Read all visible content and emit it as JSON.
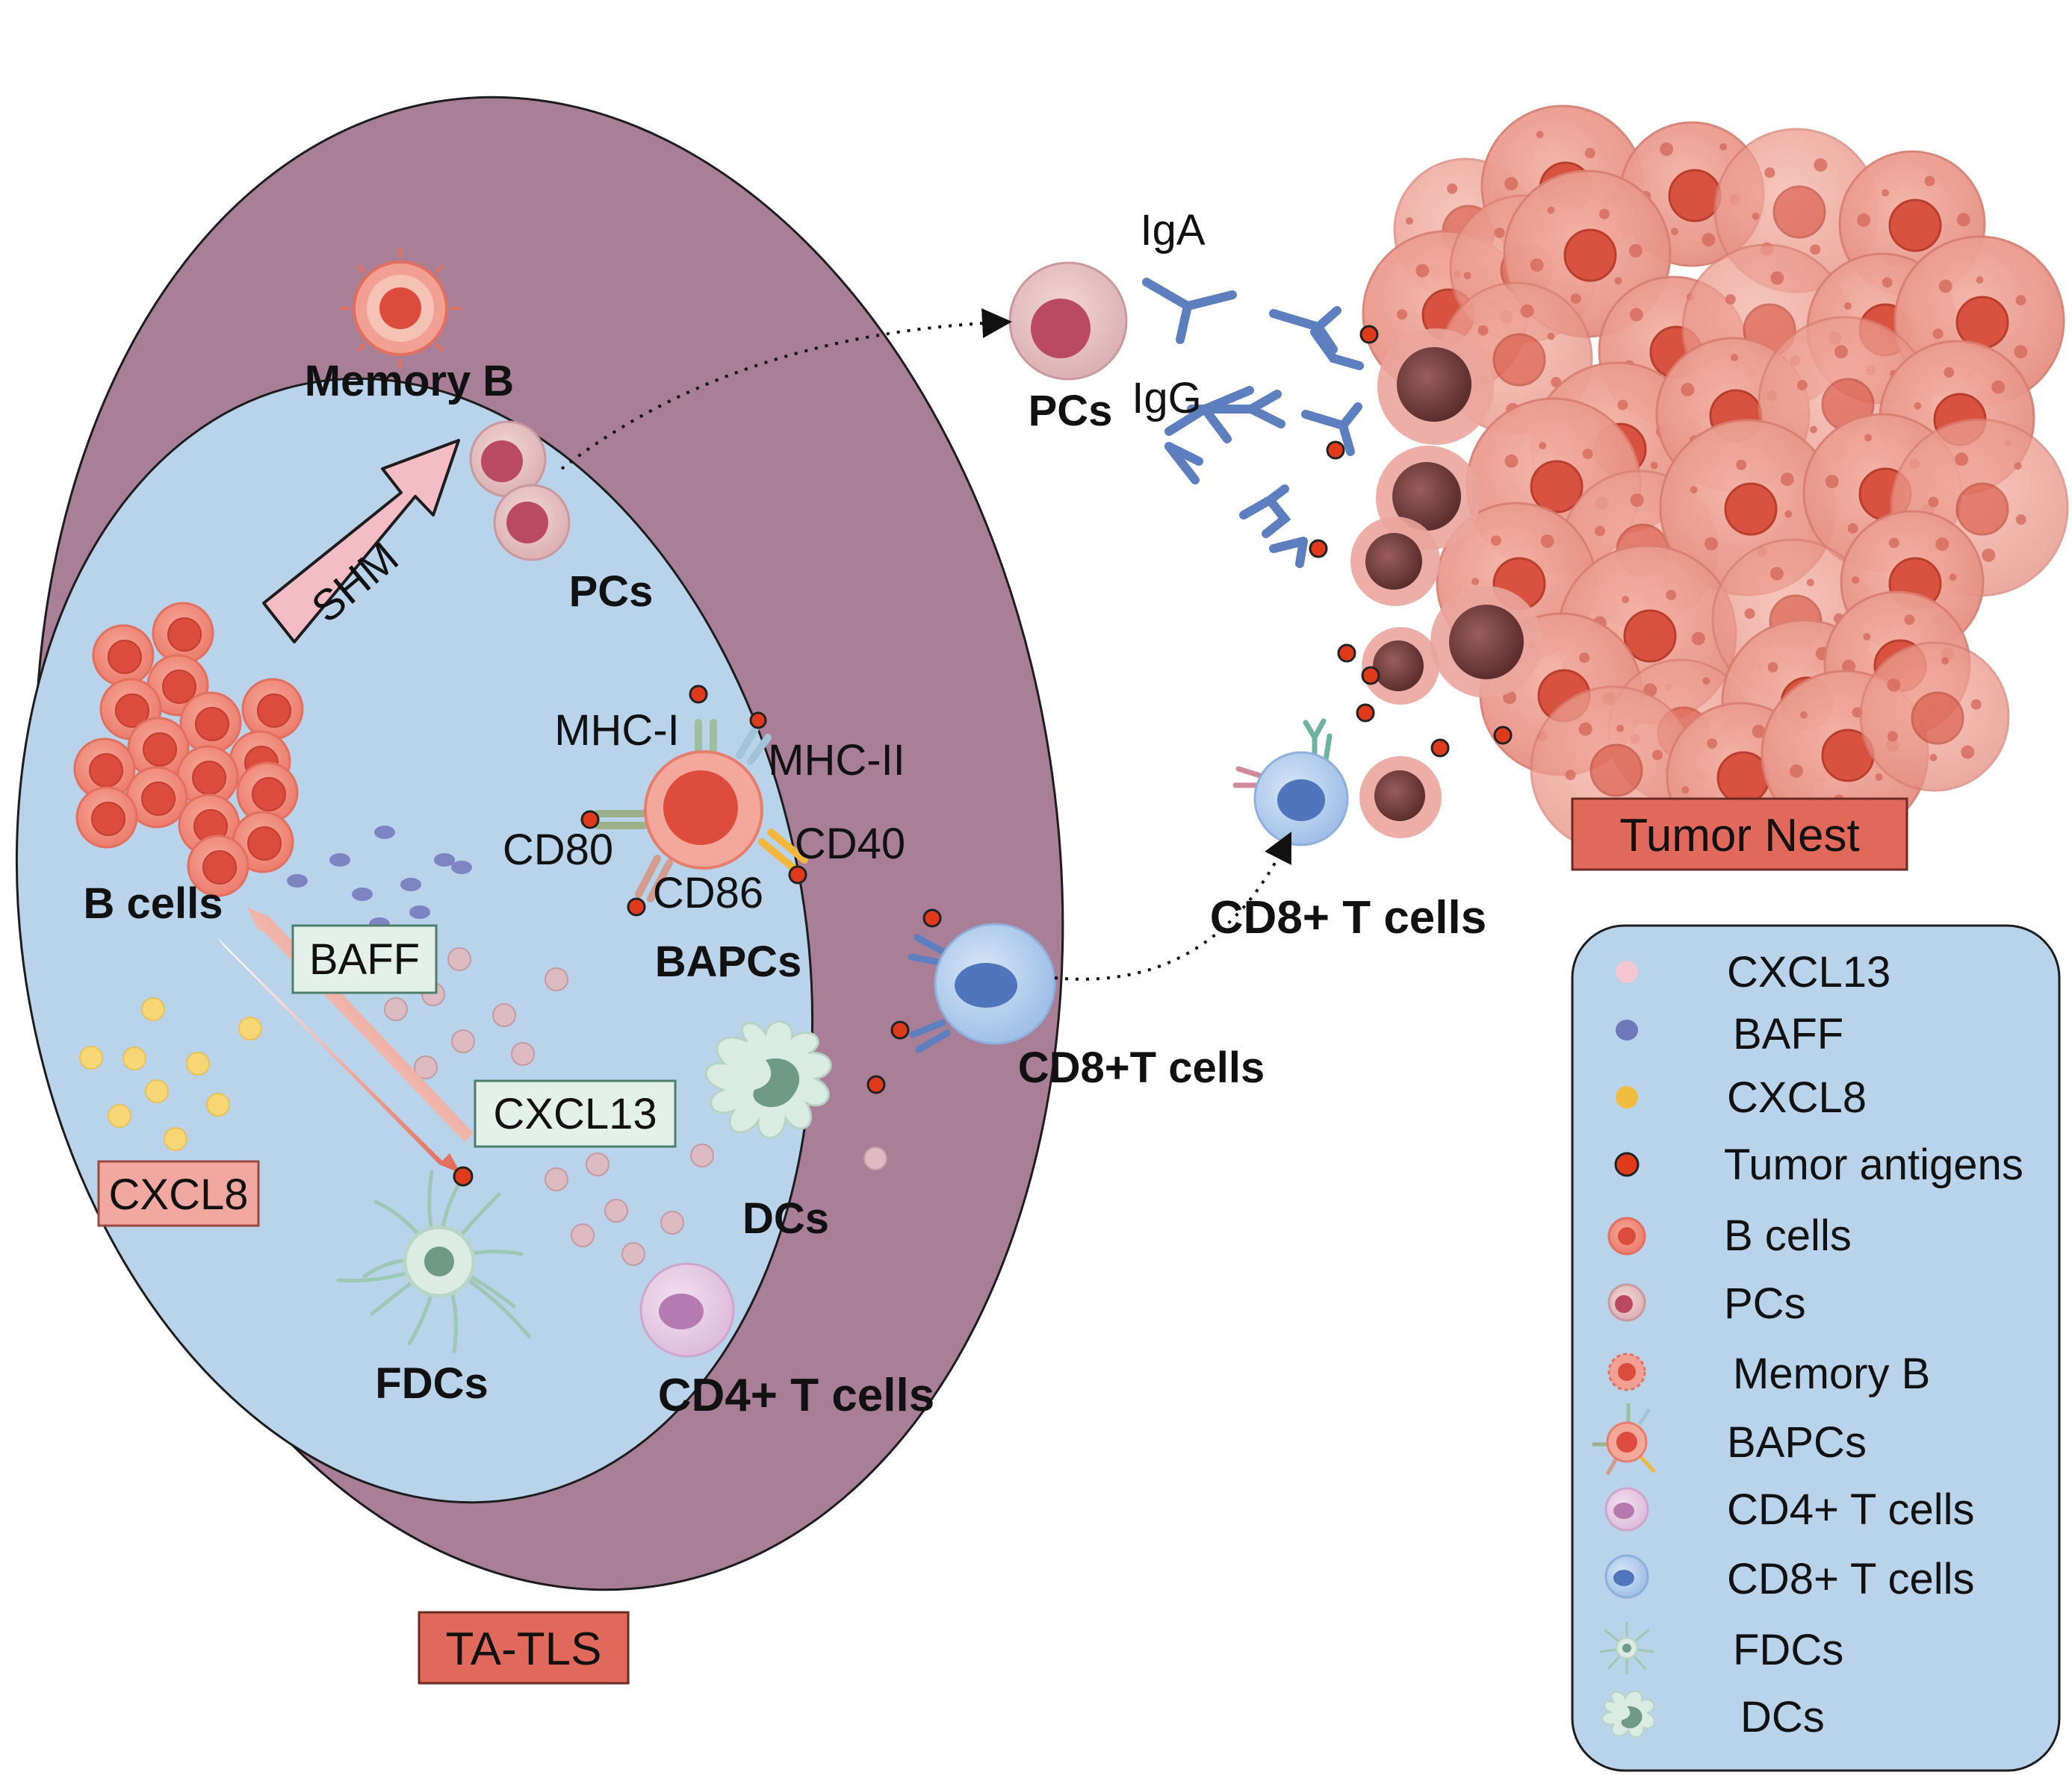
{
  "labels": {
    "memory_b": "Memory B",
    "pcs_inner": "PCs",
    "shm": "SHM",
    "b_cells": "B cells",
    "mhc_i": "MHC-I",
    "mhc_ii": "MHC-II",
    "cd80": "CD80",
    "cd40": "CD40",
    "cd86": "CD86",
    "bapcs": "BAPCs",
    "baff": "BAFF",
    "cxcl13": "CXCL13",
    "cxcl8": "CXCL8",
    "fdcs": "FDCs",
    "dcs": "DCs",
    "cd4_t": "CD4+ T cells",
    "cd8_t_inner": "CD8+T cells",
    "cd8_t_outer": "CD8+ T cells",
    "pcs_outer": "PCs",
    "iga": "IgA",
    "igg": "IgG",
    "tumor_nest": "Tumor Nest",
    "ta_tls": "TA-TLS"
  },
  "legend": {
    "items": [
      {
        "label": "CXCL13",
        "icon": "pink-dot-icon"
      },
      {
        "label": "BAFF",
        "icon": "purple-dot-icon"
      },
      {
        "label": "CXCL8",
        "icon": "yellow-dot-icon"
      },
      {
        "label": "Tumor antigens",
        "icon": "red-dot-icon"
      },
      {
        "label": "B cells",
        "icon": "b-cell-icon"
      },
      {
        "label": "PCs",
        "icon": "plasma-cell-icon"
      },
      {
        "label": "Memory B",
        "icon": "memory-b-icon"
      },
      {
        "label": "BAPCs",
        "icon": "bapc-icon"
      },
      {
        "label": "CD4+ T cells",
        "icon": "cd4-t-cell-icon"
      },
      {
        "label": "CD8+ T cells",
        "icon": "cd8-t-cell-icon"
      },
      {
        "label": "FDCs",
        "icon": "fdc-icon"
      },
      {
        "label": "DCs",
        "icon": "dc-icon"
      }
    ]
  },
  "colors": {
    "outer_ellipse": "#a97e97",
    "inner_ellipse": "#b8d3ea",
    "label_box_red": "#e0695b",
    "label_box_pink": "#f1a8a0",
    "label_box_green": "#e3f1ea",
    "tumor": "#e89a8e",
    "antigen": "#e03a1c",
    "antibody": "#5d7fbf",
    "cd8": "#a9c7ea"
  }
}
